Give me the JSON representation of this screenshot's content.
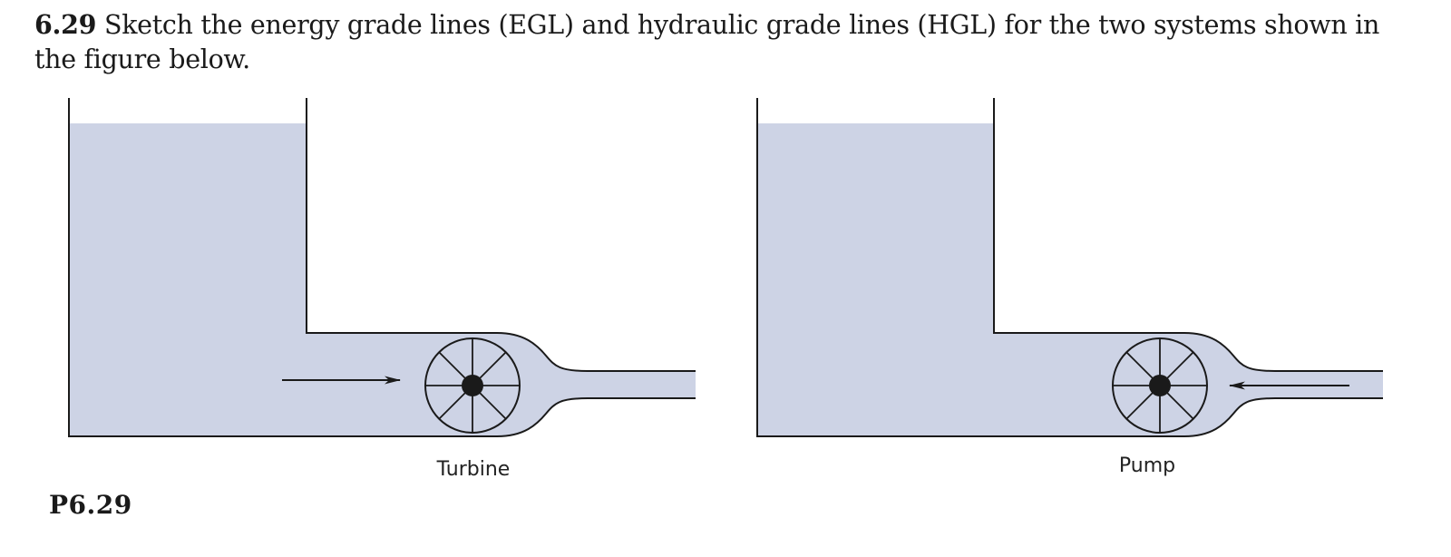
{
  "problem": {
    "number": "6.29",
    "text": "Sketch the energy grade lines (EGL) and hydraulic grade lines (HGL) for the two systems shown in the figure below."
  },
  "systems": [
    {
      "id": "turbine-system",
      "label": "Turbine",
      "flow_direction": "left-to-right"
    },
    {
      "id": "pump-system",
      "label": "Pump",
      "flow_direction": "right-to-left"
    }
  ],
  "figure_label": "P6.29",
  "colors": {
    "water": "#cdd3e5",
    "outline": "#1a1a1a",
    "text": "#1a1a1a"
  }
}
